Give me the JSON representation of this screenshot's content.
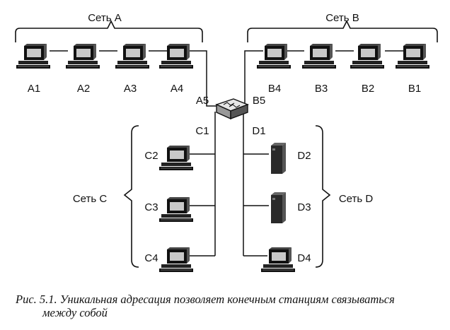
{
  "networks": {
    "a": {
      "title": "Сеть A",
      "hosts": [
        "A1",
        "A2",
        "A3",
        "A4"
      ]
    },
    "b": {
      "title": "Сеть B",
      "hosts": [
        "B4",
        "B3",
        "B2",
        "B1"
      ]
    },
    "c": {
      "title": "Сеть C",
      "hosts": [
        "C2",
        "C3",
        "C4"
      ]
    },
    "d": {
      "title": "Сеть D",
      "hosts": [
        "D2",
        "D3",
        "D4"
      ]
    }
  },
  "router_ports": {
    "a5": "A5",
    "b5": "B5",
    "c1": "C1",
    "d1": "D1"
  },
  "caption": {
    "line1": "Рис. 5.1. Уникальная адресация позволяет конечным станциям связываться",
    "line2": "между собой"
  },
  "colors": {
    "ink": "#111111",
    "screen": "#c8c8c8",
    "server_dark": "#2a2a2a"
  },
  "icons": {
    "workstation": "workstation-icon",
    "server": "server-icon",
    "router": "router-icon"
  }
}
